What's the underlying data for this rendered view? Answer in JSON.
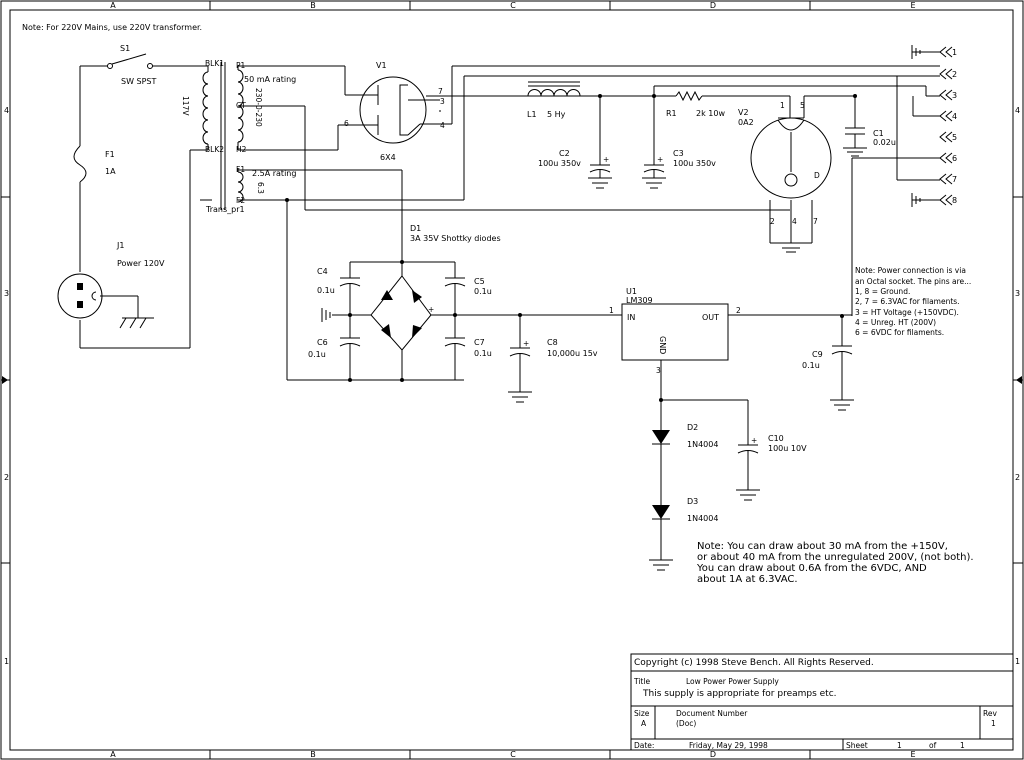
{
  "header_note": "Note: For 220V Mains, use 220V transformer.",
  "grid": {
    "columns": [
      "A",
      "B",
      "C",
      "D",
      "E"
    ],
    "rows": [
      "4",
      "3",
      "2",
      "1"
    ]
  },
  "components": {
    "s1_ref": "S1",
    "s1_value": "SW SPST",
    "f1_ref": "F1",
    "f1_value": "1A",
    "j1_ref": "J1",
    "j1_value": "Power 120V",
    "v1_ref": "V1",
    "v1_value": "6X4",
    "l1_ref": "L1",
    "l1_value": "5 Hy",
    "r1_ref": "R1",
    "r1_value": "2k 10w",
    "v2_ref": "V2",
    "v2_value": "0A2",
    "c1_ref": "C1",
    "c1_value": "0.02u",
    "c2_ref": "C2",
    "c2_value": "100u 350v",
    "c3_ref": "C3",
    "c3_value": "100u 350v",
    "c4_ref": "C4",
    "c4_value": "0.1u",
    "c5_ref": "C5",
    "c5_value": "0.1u",
    "c6_ref": "C6",
    "c6_value": "0.1u",
    "c7_ref": "C7",
    "c7_value": "0.1u",
    "c8_ref": "C8",
    "c8_value": "10,000u 15v",
    "c9_ref": "C9",
    "c9_value": "0.1u",
    "c10_ref": "C10",
    "c10_value": "100u 10V",
    "d1_ref": "D1",
    "d1_value": "3A 35V Shottky diodes",
    "d2_ref": "D2",
    "d2_value": "1N4004",
    "d3_ref": "D3",
    "d3_value": "1N4004",
    "u1_ref": "U1",
    "u1_value": "LM309",
    "u1_in": "IN",
    "u1_out": "OUT",
    "u1_gnd": "GND"
  },
  "transformer": {
    "blk1": "BLK1",
    "blk2": "BLK2",
    "primary_v": "117V",
    "p1": "P1",
    "h2": "H2",
    "secondary_v": "230-0-230",
    "hv_rating": "50 mA rating",
    "f1": "F1",
    "f2": "F2",
    "fil_v": "6.3",
    "fil_rating": "2.5A rating",
    "part": "Trans_pr1"
  },
  "pins": {
    "v1_7": "7",
    "v1_3": "3",
    "v1_6": "6",
    "v1_4": "4",
    "v2_1": "1",
    "v2_5": "5",
    "v2_2": "2",
    "v2_4": "4",
    "v2_7": "7",
    "v2_d": "D",
    "u1_1": "1",
    "u1_2": "2",
    "u1_3": "3"
  },
  "connector_pins": [
    "1",
    "2",
    "3",
    "4",
    "5",
    "6",
    "7",
    "8"
  ],
  "power_note": [
    "Note: Power connection is via",
    "an Octal socket. The pins are...",
    "1, 8 = Ground.",
    "2, 7 = 6.3VAC for filaments.",
    "3 = HT Voltage (+150VDC).",
    "4 = Unreg. HT (200V)",
    "6 = 6VDC for filaments."
  ],
  "usage_note": [
    "Note: You can draw about 30 mA from the +150V,",
    "or about 40 mA from the unregulated 200V, (not both).",
    "You can draw about 0.6A from the 6VDC, AND",
    "about 1A at 6.3VAC."
  ],
  "title_block": {
    "copyright": "Copyright (c) 1998 Steve Bench. All Rights Reserved.",
    "title_label": "Title",
    "title": "Low Power Power Supply",
    "subtitle": "This supply is appropriate for preamps etc.",
    "size_label": "Size",
    "size": "A",
    "docnum_label": "Document Number",
    "docnum": "(Doc)",
    "rev_label": "Rev",
    "rev": "1",
    "date_label": "Date:",
    "date": "Friday, May 29, 1998",
    "sheet_label": "Sheet",
    "sheet": "1",
    "of_label": "of",
    "sheet_total": "1"
  }
}
